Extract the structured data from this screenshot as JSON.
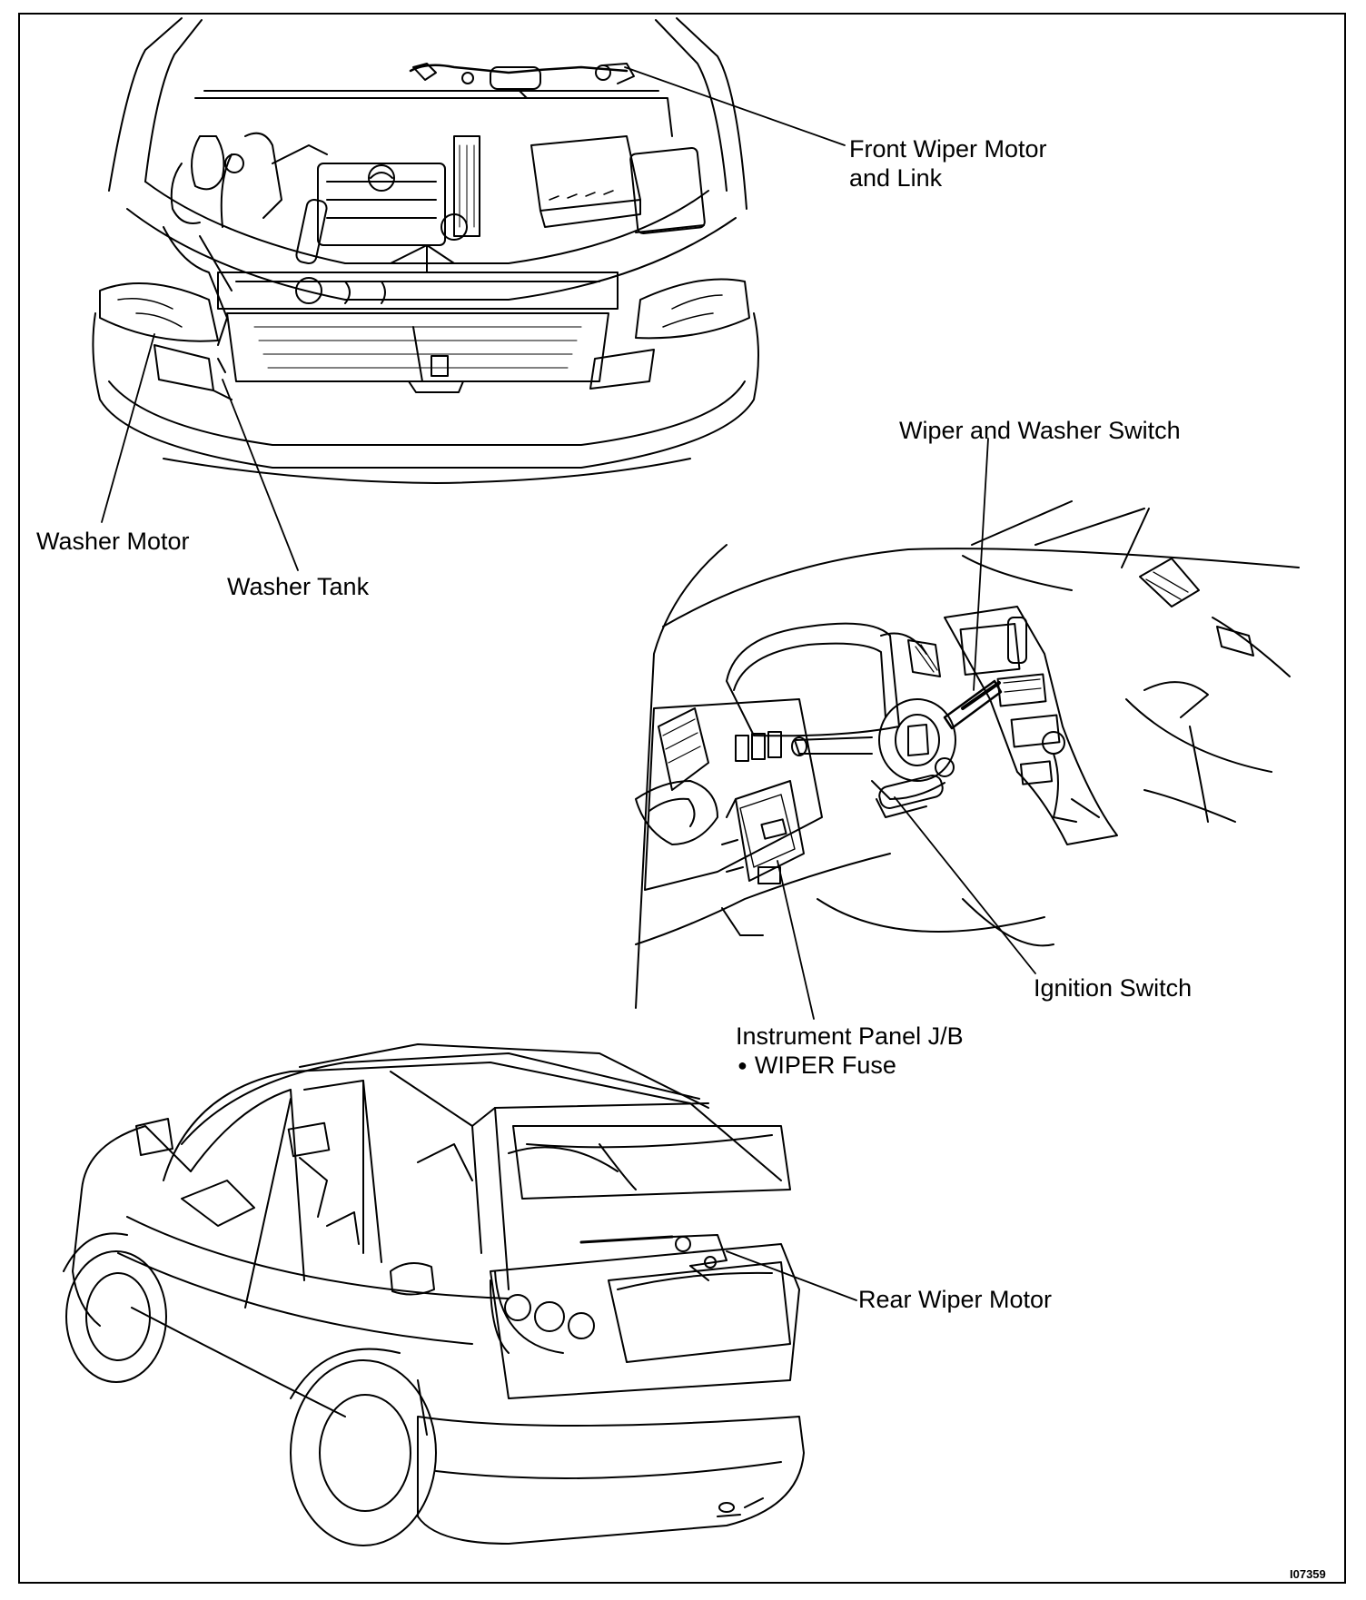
{
  "labels": {
    "front_wiper_motor": "Front Wiper Motor",
    "front_wiper_link": "and Link",
    "washer_motor": "Washer Motor",
    "washer_tank": "Washer Tank",
    "wiper_washer_switch": "Wiper and Washer Switch",
    "ignition_switch": "Ignition Switch",
    "instrument_panel_jb": "Instrument Panel J/B",
    "wiper_fuse": "WIPER Fuse",
    "rear_wiper_motor": "Rear Wiper Motor"
  },
  "figure_code": "I07359",
  "colors": {
    "line": "#000000",
    "background": "#ffffff"
  }
}
